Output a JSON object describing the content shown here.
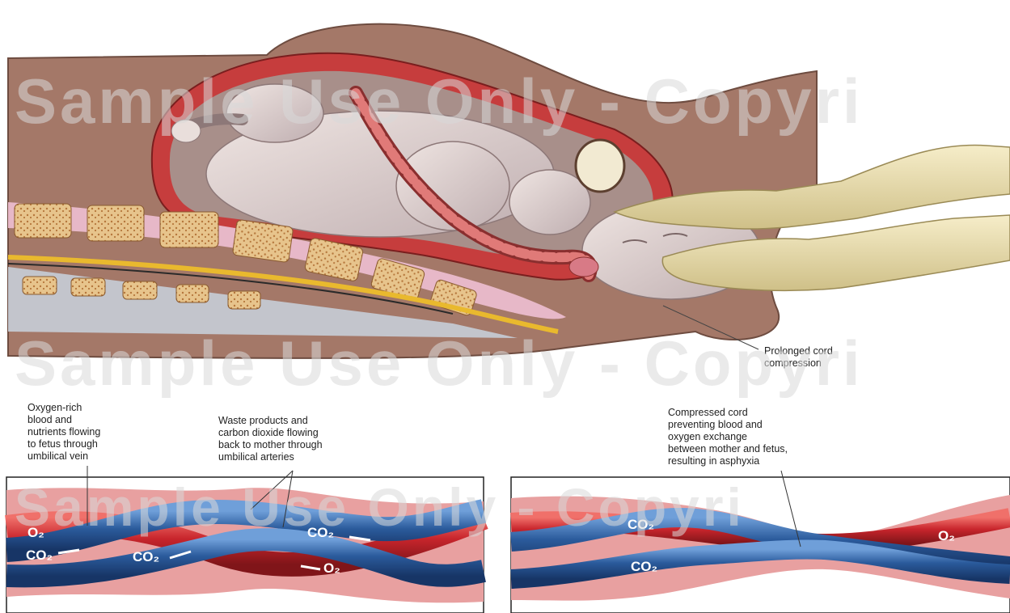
{
  "watermark": {
    "text_top": "Sample Use Only - Copyri",
    "text_mid": "Sample Use Only - Copyri",
    "text_low": "Sample Use Only - Copyri"
  },
  "labels": {
    "prolonged_cord": [
      "Prolonged cord",
      "compression"
    ],
    "oxygen_rich": [
      "Oxygen-rich",
      "blood and",
      "nutrients flowing",
      "to fetus through",
      "umbilical vein"
    ],
    "waste_products": [
      "Waste products and",
      "carbon dioxide flowing",
      "back to mother through",
      "umbilical arteries"
    ],
    "compressed_cord": [
      "Compressed cord",
      "preventing blood and",
      "oxygen exchange",
      "between mother and fetus,",
      "resulting in asphyxia"
    ]
  },
  "vessel_labels": {
    "o2": "O₂",
    "co2": "CO₂"
  },
  "colors": {
    "artery_blue": "#2b5b9c",
    "vein_red": "#c8252c",
    "tissue_pink": "#e8a0a0",
    "uterus_red": "#c63d3d",
    "maternal_tan": "#a47868",
    "glove": "#ecdfb0"
  }
}
